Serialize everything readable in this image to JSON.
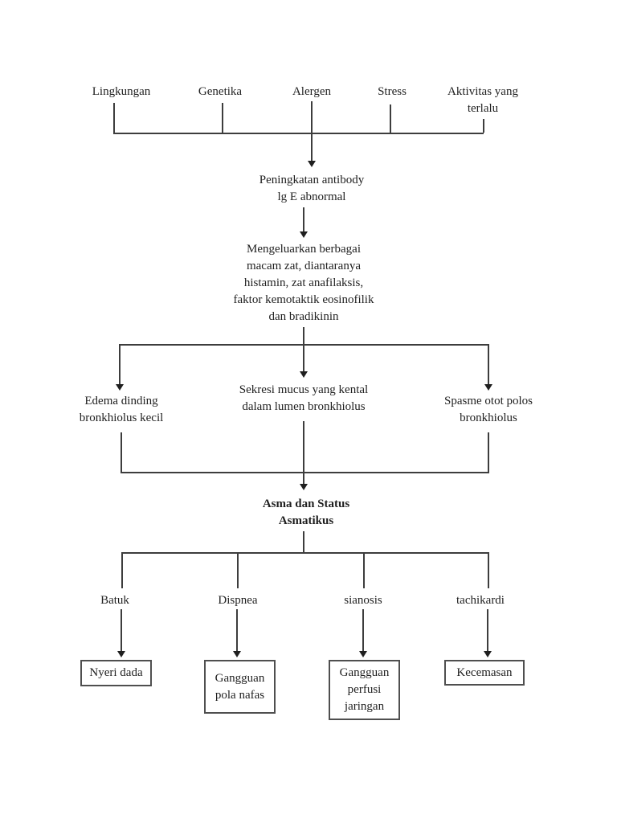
{
  "colors": {
    "background": "#ffffff",
    "text": "#1f1f1f",
    "line": "#3d3d3d"
  },
  "diagram": {
    "causes": [
      {
        "label": "Lingkungan"
      },
      {
        "label": "Genetika"
      },
      {
        "label": "Alergen"
      },
      {
        "label": "Stress"
      },
      {
        "label": "Aktivitas yang\nterlalu"
      }
    ],
    "antibody": "Peningkatan antibody\nlg E abnormal",
    "mediators": "Mengeluarkan berbagai\nmacam zat, diantaranya\nhistamin, zat anafilaksis,\nfaktor kemotaktik eosinofilik\ndan bradikinin",
    "mechanisms": [
      {
        "label": "Edema dinding\nbronkhiolus kecil"
      },
      {
        "label": "Sekresi mucus yang kental\ndalam lumen bronkhiolus"
      },
      {
        "label": "Spasme otot polos\nbronkhiolus"
      }
    ],
    "diagnosis": "Asma dan Status\nAsmatikus",
    "symptoms": [
      {
        "label": "Batuk"
      },
      {
        "label": "Dispnea"
      },
      {
        "label": "sianosis"
      },
      {
        "label": "tachikardi"
      }
    ],
    "outcomes": [
      {
        "label": "Nyeri dada"
      },
      {
        "label": "Gangguan\npola nafas"
      },
      {
        "label": "Gangguan\nperfusi\njaringan"
      },
      {
        "label": "Kecemasan"
      }
    ]
  }
}
